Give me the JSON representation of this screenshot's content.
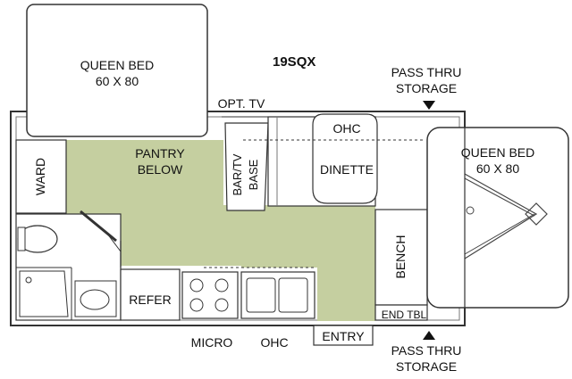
{
  "model": "19SQX",
  "labels": {
    "queen_bed_front": "QUEEN BED",
    "queen_bed_front_size": "60 X 80",
    "queen_bed_rear": "QUEEN BED",
    "queen_bed_rear_size": "60 X 80",
    "opt_tv": "OPT. TV",
    "pass_thru_top_1": "PASS THRU",
    "pass_thru_top_2": "STORAGE",
    "pass_thru_bottom_1": "PASS THRU",
    "pass_thru_bottom_2": "STORAGE",
    "pantry_1": "PANTRY",
    "pantry_2": "BELOW",
    "ward": "WARD",
    "bar_tv": "BAR/TV",
    "base": "BASE",
    "ohc_top": "OHC",
    "dinette": "DINETTE",
    "bench": "BENCH",
    "refer": "REFER",
    "end_tbl": "END TBL",
    "micro": "MICRO",
    "ohc_bottom": "OHC",
    "entry": "ENTRY"
  },
  "colors": {
    "floor": "#c5cfa0",
    "outline": "#333333",
    "fixture_fill": "#ffffff"
  }
}
